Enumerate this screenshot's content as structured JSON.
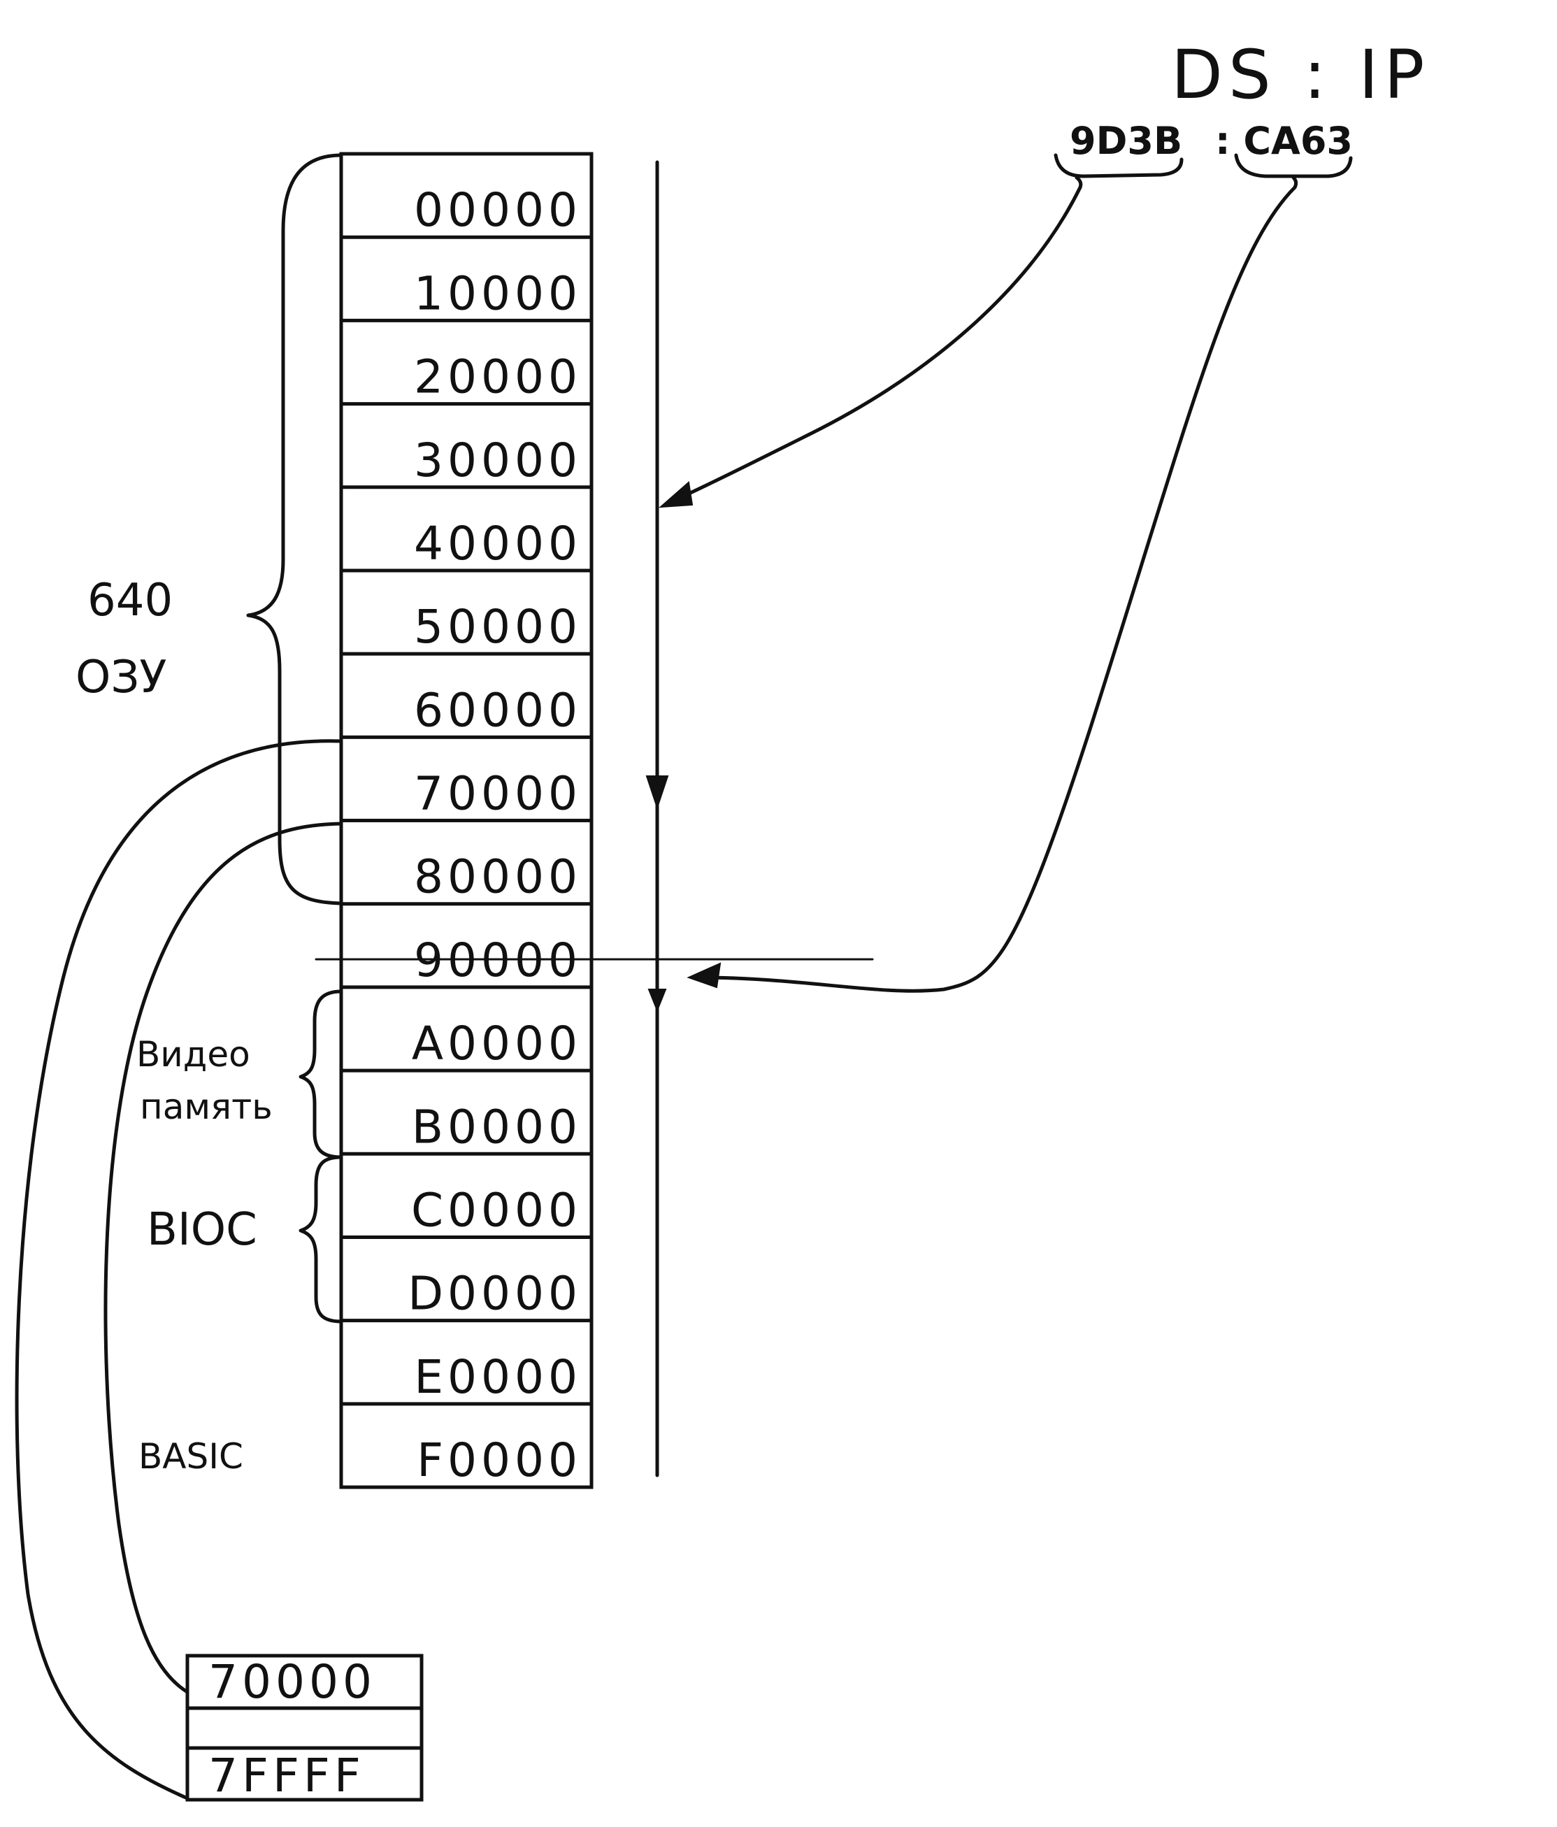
{
  "title": "DS : IP",
  "segment_value": "9D3B",
  "offset_value": ": CA63",
  "memory_map": {
    "addresses": [
      "00000",
      "10000",
      "20000",
      "30000",
      "40000",
      "50000",
      "60000",
      "70000",
      "80000",
      "90000",
      "A0000",
      "B0000",
      "C0000",
      "D0000",
      "E0000",
      "F0000"
    ]
  },
  "regions": {
    "ram_size": "640",
    "ram_label": "ОЗУ",
    "video_label_1": "Видео",
    "video_label_2": "память",
    "bios_label": "BIOC",
    "basic_label": "BASIC"
  },
  "segment_detail": {
    "start": "70000",
    "end": "7FFFF"
  }
}
